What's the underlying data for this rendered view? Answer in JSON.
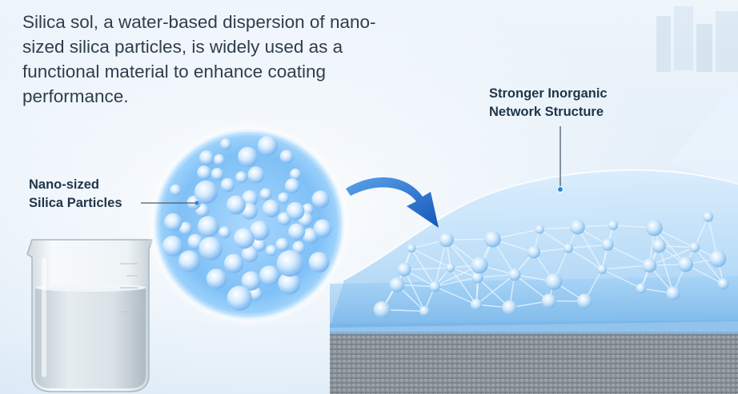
{
  "intro": {
    "text": "Silica sol, a water-based dispersion of nano-sized silica particles, is widely used as a functional material to enhance coating performance."
  },
  "labels": {
    "particles": {
      "line1": "Nano-sized",
      "line2": "Silica Particles"
    },
    "network": {
      "line1": "Stronger Inorganic",
      "line2": "Network Structure"
    }
  },
  "colors": {
    "text": "#2f3e4c",
    "label": "#1f3549",
    "arrow": "#1f6fd0",
    "particle": "#cfe6ff",
    "sphere": "#7ec0f5",
    "concrete": "#8e969e",
    "coating": "#a8d4f7"
  },
  "icons": {
    "arrow": "curved-arrow-icon",
    "beaker": "beaker-icon"
  }
}
